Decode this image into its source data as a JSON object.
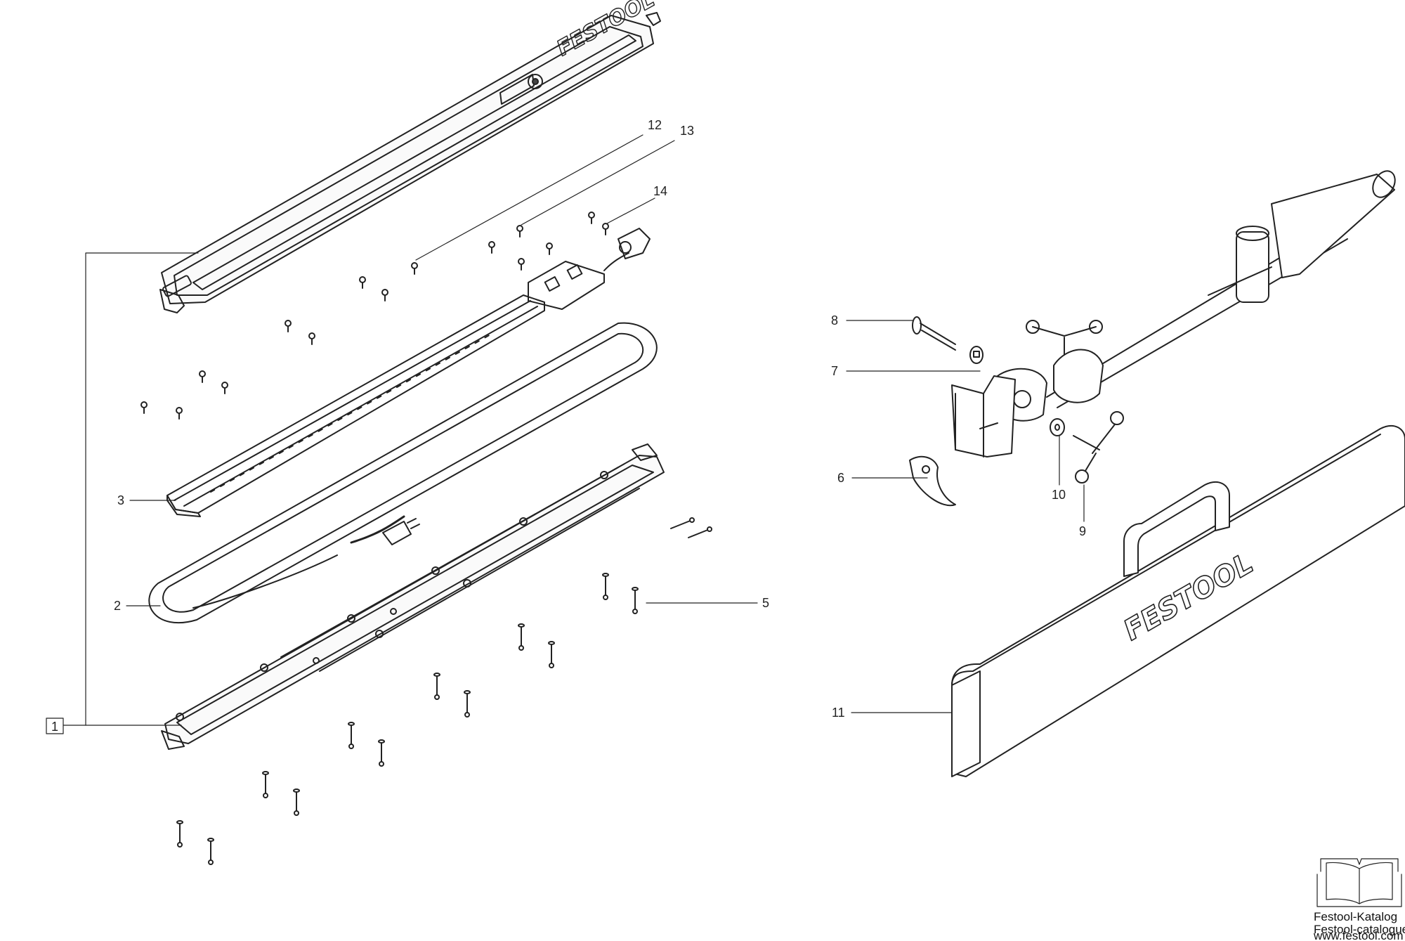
{
  "brand_text": "FESTOOL",
  "callouts": [
    {
      "id": "1",
      "label": "1",
      "boxed": true
    },
    {
      "id": "2",
      "label": "2"
    },
    {
      "id": "3",
      "label": "3"
    },
    {
      "id": "5",
      "label": "5"
    },
    {
      "id": "6",
      "label": "6"
    },
    {
      "id": "7",
      "label": "7"
    },
    {
      "id": "8",
      "label": "8"
    },
    {
      "id": "9",
      "label": "9"
    },
    {
      "id": "10",
      "label": "10"
    },
    {
      "id": "11",
      "label": "11"
    },
    {
      "id": "12",
      "label": "12"
    },
    {
      "id": "13",
      "label": "13"
    },
    {
      "id": "14",
      "label": "14"
    }
  ],
  "catalog": {
    "line1": "Festool-Katalog",
    "line2": "Festool-catalogue",
    "line3": "www.festool.com"
  },
  "icons": [
    "open-book-icon"
  ]
}
